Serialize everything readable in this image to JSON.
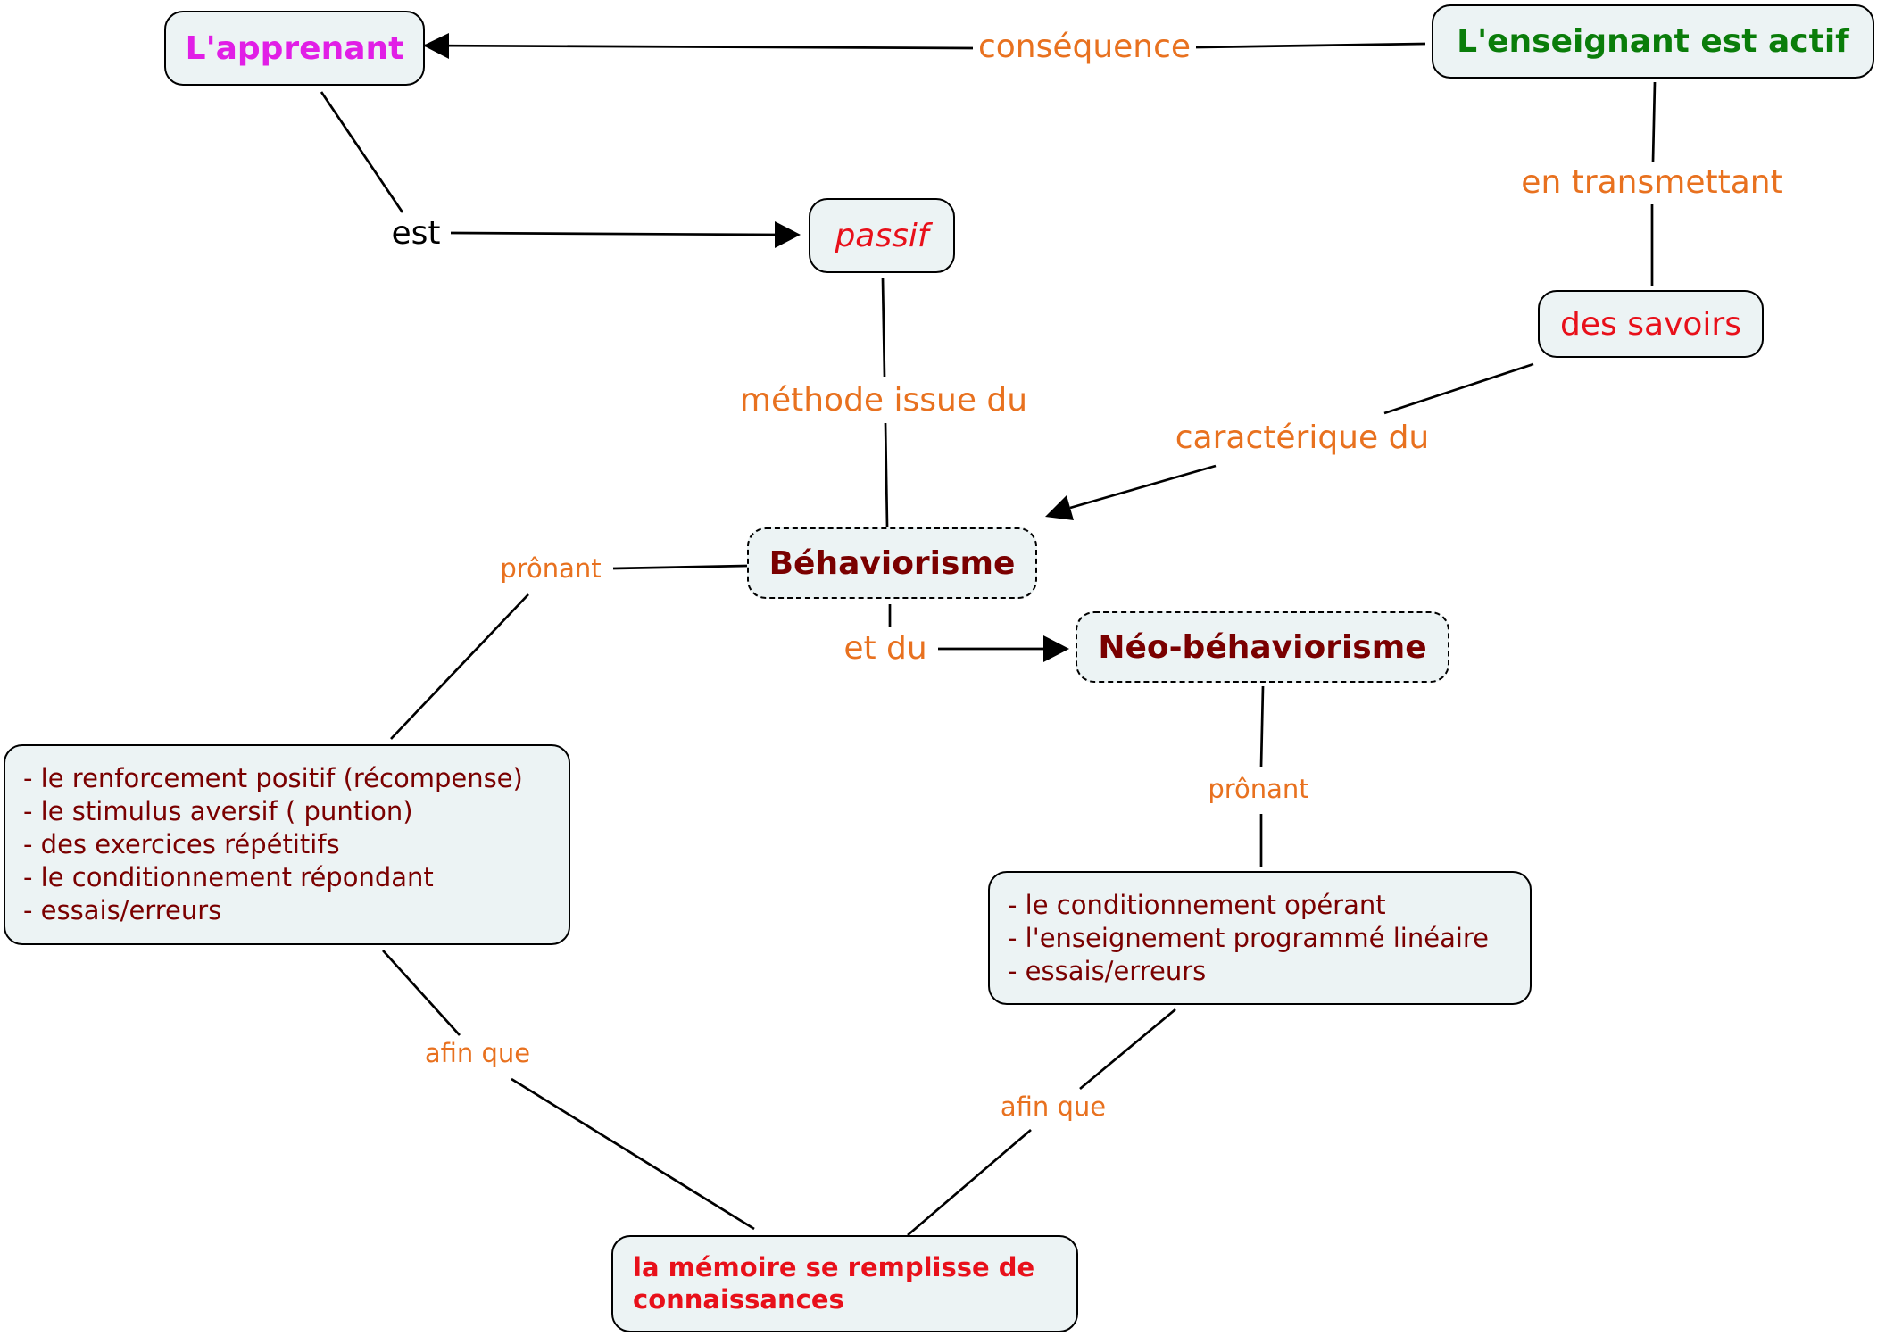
{
  "colors": {
    "node_fill": "#ecf3f4",
    "node_border": "#000000",
    "link_label": "#e8711f",
    "magenta": "#e11ee6",
    "green": "#0a7d0a",
    "red": "#e8101a",
    "dark_red": "#7a0000",
    "black": "#000000"
  },
  "nodes": {
    "apprenant": "L'apprenant",
    "enseignant": "L'enseignant est actif",
    "passif": "passif",
    "savoirs": "des savoirs",
    "behaviorisme": "Béhaviorisme",
    "neo": "Néo-béhaviorisme",
    "list_behav": [
      "- le renforcement positif (récompense)",
      "- le stimulus aversif ( puntion)",
      "- des exercices répétitifs",
      "- le conditionnement répondant",
      "- essais/erreurs"
    ],
    "list_neo": [
      "- le conditionnement opérant",
      "- l'enseignement programmé linéaire",
      "- essais/erreurs"
    ],
    "memoire": [
      "la mémoire se remplisse de",
      "connaissances"
    ]
  },
  "links": {
    "consequence": "conséquence",
    "est": "est",
    "transmettant": "en transmettant",
    "methode": "méthode issue du",
    "caracterique": "caractérique du",
    "pronant_left": "prônant",
    "et_du": "et du",
    "pronant_right": "prônant",
    "afin_left": "afin que",
    "afin_right": "afin que"
  }
}
